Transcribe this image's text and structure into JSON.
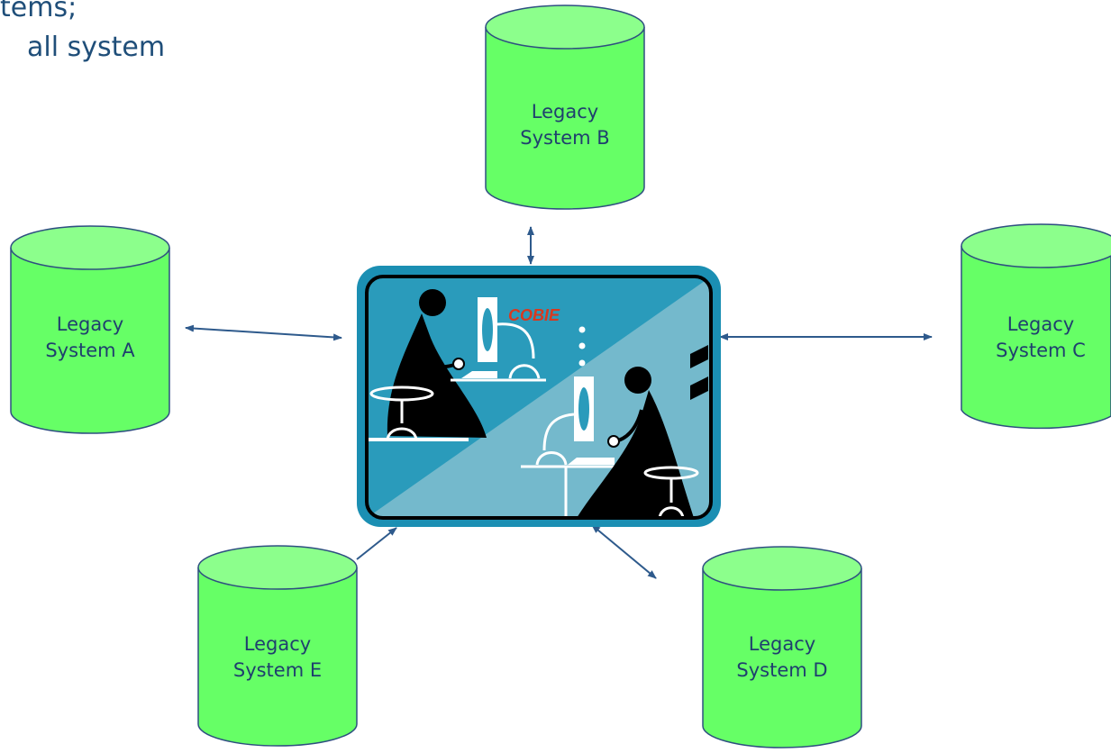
{
  "heading_fragments": [
    "tems;",
    "all system"
  ],
  "center": {
    "label": "COBIE"
  },
  "systems": {
    "a": {
      "line1": "Legacy",
      "line2": "System A"
    },
    "b": {
      "line1": "Legacy",
      "line2": "System B"
    },
    "c": {
      "line1": "Legacy",
      "line2": "System C"
    },
    "d": {
      "line1": "Legacy",
      "line2": "System D"
    },
    "e": {
      "line1": "Legacy",
      "line2": "System E"
    }
  },
  "colors": {
    "cylinder_fill": "#66ff66",
    "cylinder_top": "#8cff8c",
    "cylinder_stroke": "#2e4f80",
    "arrow": "#2e5a8c",
    "screen_dark": "#2a9bbb",
    "screen_light": "#74b9cc",
    "frame": "#1b8fb3"
  }
}
